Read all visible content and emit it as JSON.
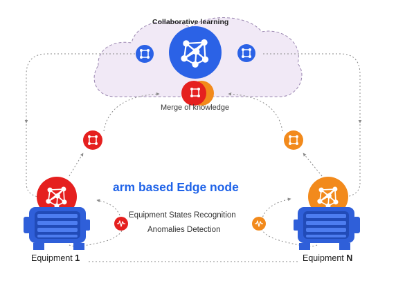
{
  "labels": {
    "collaborative_learning": "Collaborative learning",
    "merge_of_knowledge": "Merge of knowledge",
    "edge_node": "arm based Edge node",
    "states_recognition": "Equipment States Recognition",
    "anomalies_detection": "Anomalies Detection",
    "equipment_1_prefix": "Equipment ",
    "equipment_1_suffix": "1",
    "equipment_n_prefix": "Equipment ",
    "equipment_n_suffix": "N"
  },
  "icons": {
    "central_model": "neural-network-icon",
    "local_model": "neural-network-icon",
    "model_update": "frame-nodes-icon",
    "signal": "waveform-icon",
    "equipment": "electric-motor-icon"
  },
  "colors": {
    "blue": "#2b62e6",
    "red": "#e5201f",
    "orange": "#f28a1c",
    "motor_blue": "#2f5fd9",
    "cloud_fill": "#f1e9f6",
    "cloud_stroke": "#9a86b0",
    "edge_text": "#1f63e8",
    "arrow": "#8a8a8a"
  }
}
